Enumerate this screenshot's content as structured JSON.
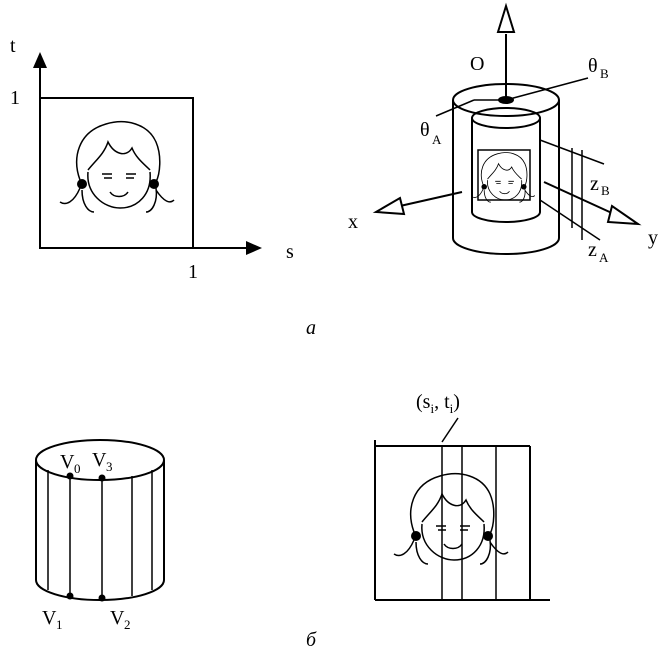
{
  "panel_a": {
    "texture": {
      "t_axis": "t",
      "s_axis": "s",
      "t_one": "1",
      "s_one": "1"
    },
    "cylinder": {
      "origin": "O",
      "theta_b": "θ",
      "theta_b_sub": "B",
      "theta_a": "θ",
      "theta_a_sub": "A",
      "z_b": "z",
      "z_b_sub": "B",
      "z_a": "z",
      "z_a_sub": "A",
      "x_axis": "x",
      "y_axis": "y"
    },
    "caption": "а"
  },
  "panel_b": {
    "cylinder": {
      "v0": "V",
      "v0_sub": "0",
      "v3": "V",
      "v3_sub": "3",
      "v1": "V",
      "v1_sub": "1",
      "v2": "V",
      "v2_sub": "2"
    },
    "texture": {
      "coord": "(s",
      "coord_i1": "i",
      "coord_mid": ", t",
      "coord_i2": "i",
      "coord_end": ")"
    },
    "caption": "б"
  }
}
